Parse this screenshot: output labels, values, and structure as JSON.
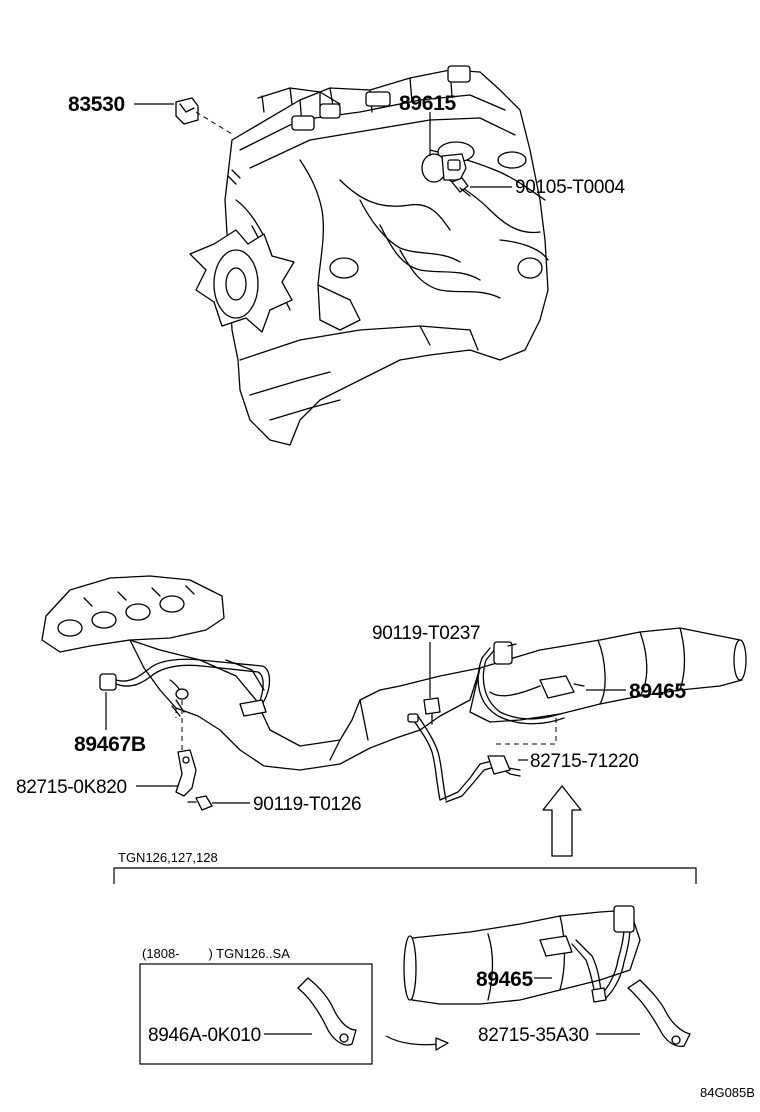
{
  "labels": {
    "p83530": "83530",
    "p89615": "89615",
    "p90105": "90105-T0004",
    "p90119a": "90119-T0237",
    "p89465a": "89465",
    "p89467b": "89467B",
    "p82715a": "82715-71220",
    "p82715b": "82715-0K820",
    "p90119b": "90119-T0126",
    "p89465b": "89465",
    "p8946a": "8946A-0K010",
    "p82715c": "82715-35A30"
  },
  "notes": {
    "models": "TGN126,127,128",
    "date_range": "(1808-        ) TGN126..SA",
    "diagram_code": "84G085B"
  }
}
